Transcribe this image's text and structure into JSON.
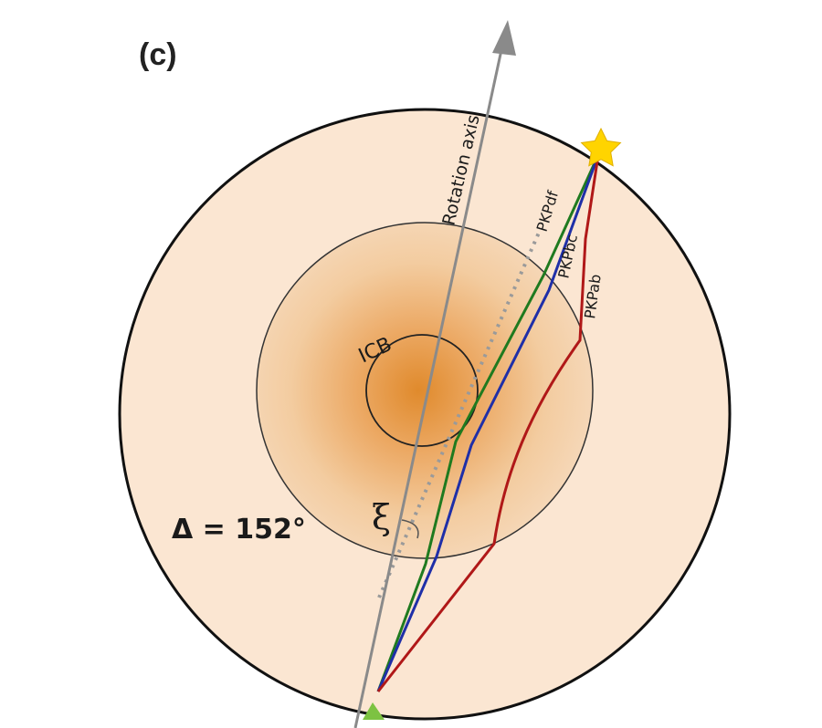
{
  "panel_label": "(c)",
  "labels": {
    "rotation_axis": "Rotation axis",
    "icb": "ICB",
    "delta": "Δ = 152°",
    "xi": "ξ"
  },
  "rays": [
    {
      "name": "PKPdf",
      "color": "#1f7a1f"
    },
    {
      "name": "PKPbc",
      "color": "#1f2fa8"
    },
    {
      "name": "PKPab",
      "color": "#b01818"
    }
  ],
  "colors": {
    "mantle": "#fbe6d2",
    "outer_core_edge": "#f6d9bb",
    "inner_core_center": "#e08a2c",
    "axis": "#8a8a8a",
    "source_star": "#ffd400",
    "receiver": "#7dc242"
  }
}
